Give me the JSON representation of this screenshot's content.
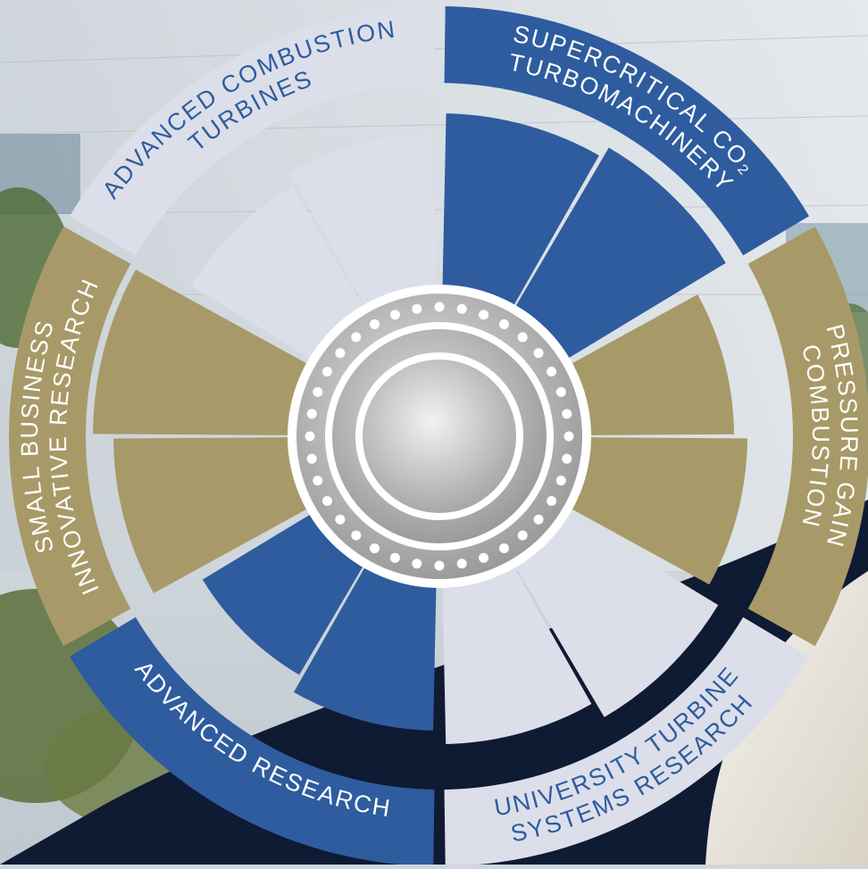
{
  "colors": {
    "blue": "#2e5c9e",
    "gold": "#a79a68",
    "light": "#dcdfe9",
    "dark_navy": "#0f1a33",
    "hub_outer": "#a7a7a7",
    "hub_inner": "#c8c8c8",
    "text_on_dark": "#ffffff",
    "text_on_light": "#2e5c9e"
  },
  "diagram": {
    "segments": [
      {
        "id": "supercritical-co2-turbomachinery",
        "lines": [
          "SUPERCRITICAL CO₂",
          "TURBOMACHINERY"
        ],
        "color": "blue"
      },
      {
        "id": "pressure-gain-combustion",
        "lines": [
          "PRESSURE GAIN",
          "COMBUSTION"
        ],
        "color": "gold"
      },
      {
        "id": "university-turbine-systems-research",
        "lines": [
          "UNIVERSITY TURBINE",
          "SYSTEMS RESEARCH"
        ],
        "color": "light"
      },
      {
        "id": "advanced-research",
        "lines": [
          "ADVANCED RESEARCH"
        ],
        "color": "blue"
      },
      {
        "id": "small-business-innovative-research",
        "lines": [
          "SMALL BUSINESS",
          "INNOVATIVE RESEARCH"
        ],
        "color": "gold"
      },
      {
        "id": "advanced-combustion-turbines",
        "lines": [
          "ADVANCED COMBUSTION",
          "TURBINES"
        ],
        "color": "light"
      }
    ]
  }
}
